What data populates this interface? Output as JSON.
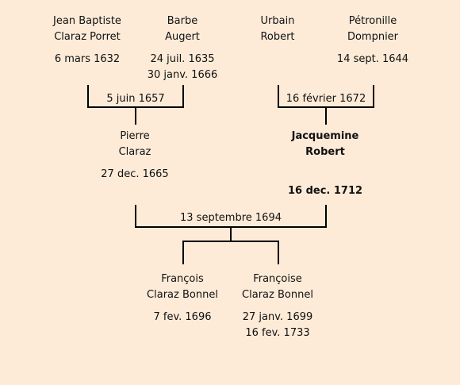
{
  "persons": {
    "jean_baptiste": {
      "name_line1": "Jean Baptiste",
      "name_line2": "Claraz Porret",
      "birth": "6 mars 1632"
    },
    "barbe": {
      "name_line1": "Barbe",
      "name_line2": "Augert",
      "birth": "24 juil. 1635",
      "death": "30 janv. 1666"
    },
    "urbain": {
      "name_line1": "Urbain",
      "name_line2": "Robert"
    },
    "petronille": {
      "name_line1": "Pétronille",
      "name_line2": "Dompnier",
      "birth": "14 sept. 1644"
    },
    "pierre": {
      "name_line1": "Pierre",
      "name_line2": "Claraz",
      "birth": "27 dec. 1665"
    },
    "jacquemine": {
      "name_line1": "Jacquemine",
      "name_line2": "Robert",
      "birth": "16 dec. 1712"
    },
    "francois": {
      "name_line1": "François",
      "name_line2": "Claraz Bonnel",
      "birth": "7 fev. 1696"
    },
    "francoise": {
      "name_line1": "Françoise",
      "name_line2": "Claraz Bonnel",
      "birth": "27 janv. 1699",
      "death": "16 fev. 1733"
    }
  },
  "marriages": {
    "m1": "5 juin 1657",
    "m2": "16 février 1672",
    "m3": "13 septembre 1694"
  }
}
